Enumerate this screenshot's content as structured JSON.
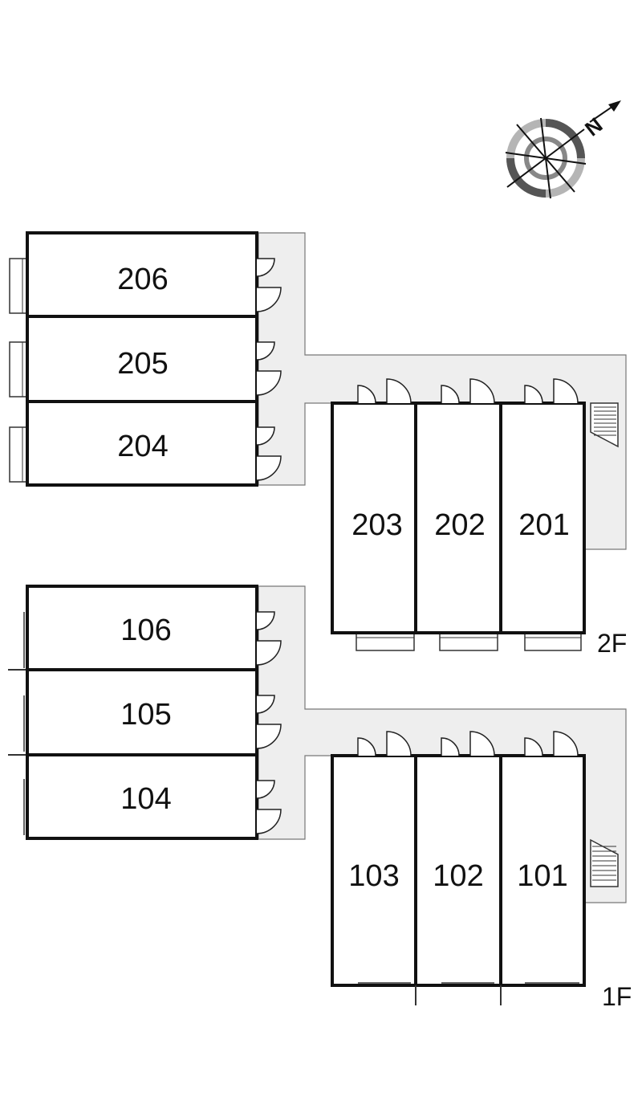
{
  "compass": {
    "north_label": "N",
    "icon": "compass-rose-icon"
  },
  "floors": [
    {
      "label": "2F",
      "rooms": [
        "206",
        "205",
        "204",
        "203",
        "202",
        "201"
      ]
    },
    {
      "label": "1F",
      "rooms": [
        "106",
        "105",
        "104",
        "103",
        "102",
        "101"
      ]
    }
  ],
  "colors": {
    "corridor": "#eeeeee",
    "wall": "#111111",
    "background": "#ffffff"
  }
}
